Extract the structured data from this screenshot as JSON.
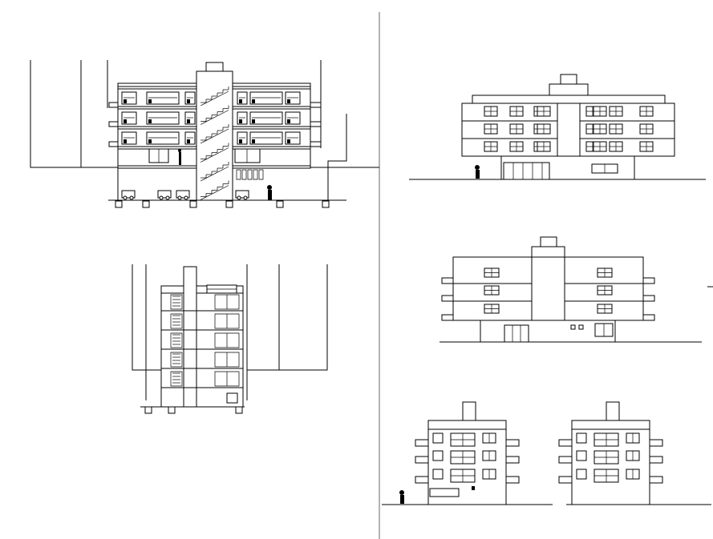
{
  "drawing": {
    "background": "#ffffff",
    "line_color": "#000000",
    "divider_color": "#9a9a9a"
  },
  "views": [
    {
      "name": "longitudinal-section"
    },
    {
      "name": "cross-section"
    },
    {
      "name": "front-elevation"
    },
    {
      "name": "rear-elevation"
    },
    {
      "name": "side-elevation-left"
    },
    {
      "name": "side-elevation-right"
    }
  ]
}
